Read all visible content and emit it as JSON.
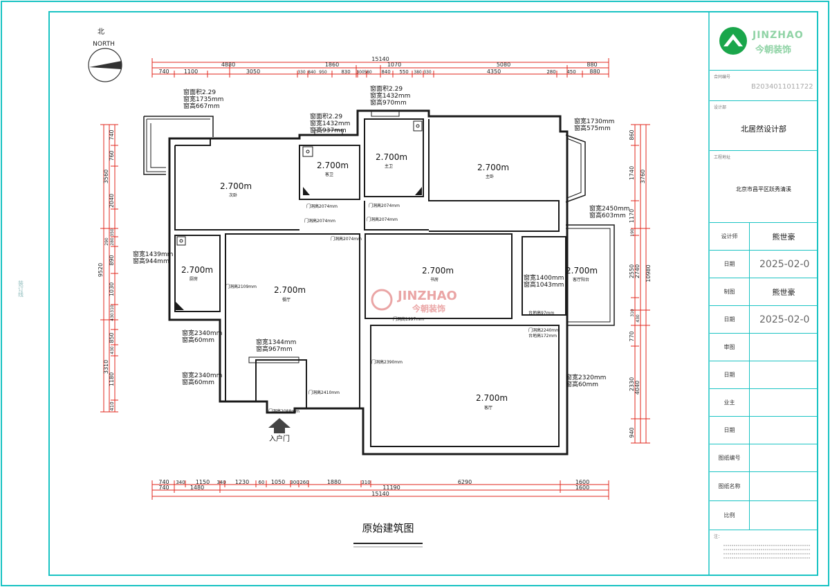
{
  "drawing": {
    "north_cn": "北",
    "north_en": "NORTH",
    "title": "原始建筑图",
    "entrance": "入户门",
    "left_margin_text": "装订线",
    "watermark_en": "JINZHAO",
    "watermark_cn": "今朝装饰"
  },
  "dims_top_total": "15140",
  "dims_top_row2": [
    "4880",
    "1860",
    "1070",
    "5080",
    "880"
  ],
  "dims_top_row3": [
    "740",
    "1100",
    "3050",
    "330",
    "840",
    "950",
    "830",
    "300",
    "580",
    "840",
    "550",
    "380",
    "330",
    "4350",
    "280",
    "450",
    "880"
  ],
  "dims_bottom_row1": [
    "740",
    "340",
    "1150",
    "340",
    "1230",
    "60",
    "1050",
    "300",
    "260",
    "1880",
    "310",
    "6290",
    "1600"
  ],
  "dims_bottom_row2": [
    "740",
    "1480",
    "11190",
    "1600"
  ],
  "dims_bottom_total": "15140",
  "dims_left": [
    "740",
    "760",
    "3560",
    "2040",
    "9520",
    "350",
    "280",
    "290",
    "890",
    "1030",
    "310",
    "430",
    "850",
    "430",
    "3310",
    "1180",
    "410"
  ],
  "dims_right": [
    "860",
    "1740",
    "3760",
    "1170",
    "190",
    "2550",
    "2740",
    "10980",
    "310",
    "430",
    "770",
    "2330",
    "4040",
    "940"
  ],
  "rooms": [
    {
      "height": "2.700m",
      "name": "次卧"
    },
    {
      "height": "2.700m",
      "name": "客卫"
    },
    {
      "height": "2.700m",
      "name": "主卫"
    },
    {
      "height": "2.700m",
      "name": "主卧"
    },
    {
      "height": "2.700m",
      "name": "厨房"
    },
    {
      "height": "2.700m",
      "name": "餐厅"
    },
    {
      "height": "2.700m",
      "name": "书房"
    },
    {
      "height": "2.700m",
      "name": "客厅阳台"
    },
    {
      "height": "2.700m",
      "name": "客厅"
    }
  ],
  "windows": [
    {
      "title": "窗面积2.29",
      "w": "窗宽1735mm",
      "h": "窗高667mm"
    },
    {
      "title": "窗面积2.29",
      "w": "窗宽1432mm",
      "h": "窗高937mm"
    },
    {
      "title": "窗面积2.29",
      "w": "窗宽1432mm",
      "h": "窗高970mm"
    },
    {
      "w": "窗宽1730mm",
      "h": "窗高575mm"
    },
    {
      "w": "窗宽2450mm",
      "h": "窗高603mm"
    },
    {
      "w": "窗宽1439mm",
      "h": "窗高944mm"
    },
    {
      "w": "窗宽1400mm",
      "h": "窗高1043mm"
    },
    {
      "w": "窗宽2340mm",
      "h": "窗高60mm"
    },
    {
      "w": "窗宽1344mm",
      "h": "窗高967mm"
    },
    {
      "w": "窗宽2340mm",
      "h": "窗高60mm"
    },
    {
      "w": "窗宽2320mm",
      "h": "窗高60mm"
    }
  ],
  "doors": [
    "门洞高2074mm",
    "门洞高2074mm",
    "门洞高2074mm",
    "门洞高2074mm",
    "门洞高2109mm",
    "门洞高1997mm",
    "门洞高2240mm",
    "台地高172mm",
    "门洞高2390mm",
    "门洞高2410mm",
    "门洞高2088mm",
    "台地高97mm"
  ],
  "title_block": {
    "brand_en": "JINZHAO",
    "brand_cn": "今朝装饰",
    "contract_label": "合同编号",
    "contract_no": "B2034011011722",
    "dept_label": "设计部",
    "dept": "北居然设计部",
    "project_label": "工程地址",
    "project": "北京市昌平区跃秀清溪",
    "rows": [
      {
        "label": "设计师",
        "value": "熊世豪"
      },
      {
        "label": "日期",
        "value": "2025-02-0"
      },
      {
        "label": "制图",
        "value": "熊世豪"
      },
      {
        "label": "日期",
        "value": "2025-02-0"
      },
      {
        "label": "审图",
        "value": ""
      },
      {
        "label": "日期",
        "value": ""
      },
      {
        "label": "业主",
        "value": ""
      },
      {
        "label": "日期",
        "value": ""
      },
      {
        "label": "图纸编号",
        "value": ""
      },
      {
        "label": "图纸名称",
        "value": ""
      },
      {
        "label": "比例",
        "value": ""
      }
    ],
    "note_label": "注："
  },
  "colors": {
    "frame": "#19c3c3",
    "dimension": "#e2261b",
    "wall": "#1a1a1a",
    "logo": "#1aa64b",
    "watermark": "#d23a3a"
  }
}
